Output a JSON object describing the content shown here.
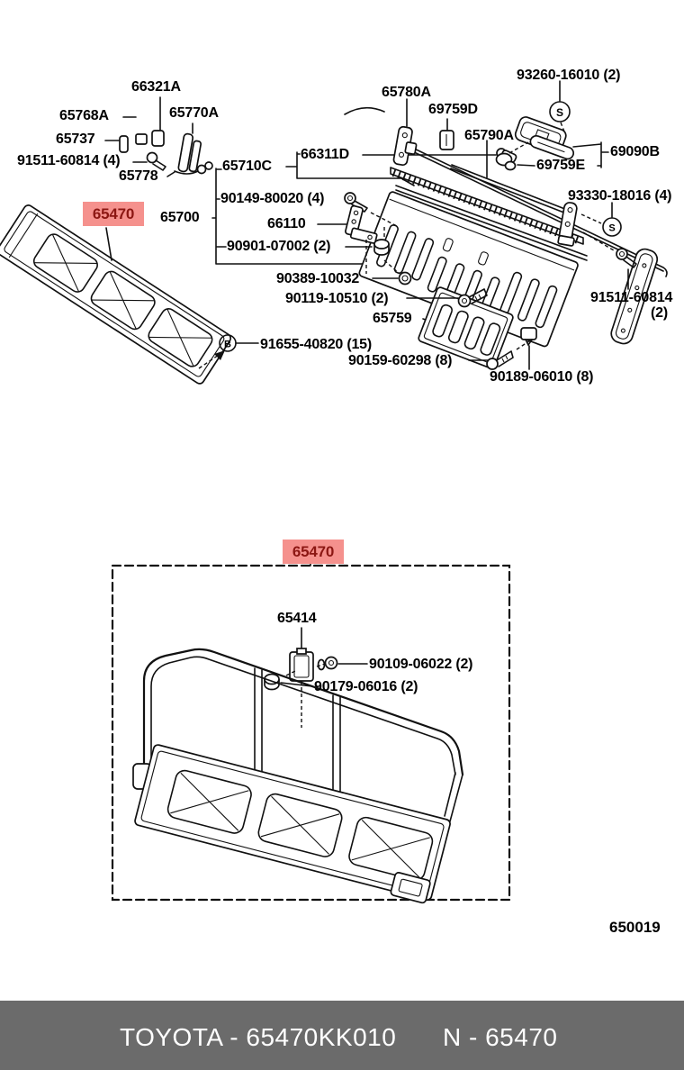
{
  "colors": {
    "highlight_bg": "#f5918d",
    "highlight_text": "#8c1713",
    "footer_bg": "#6b6b6b",
    "footer_text": "#ffffff",
    "line": "#111111"
  },
  "symbols": {
    "s": "S",
    "b": "B"
  },
  "figure_number": "650019",
  "footer": {
    "catalog_code": "TOYOTA - 65470KK010",
    "part_code": "N - 65470"
  },
  "top_diagram": {
    "highlight_label": "65470",
    "labels": {
      "p66321a": "66321A",
      "p65768a": "65768A",
      "p65737": "65737",
      "p91511_4": "91511-60814 (4)",
      "p65778": "65778",
      "p65770a": "65770A",
      "p65780a": "65780A",
      "p69759d": "69759D",
      "p93260": "93260-16010 (2)",
      "p65790a": "65790A",
      "p69090b": "69090B",
      "p69759e": "69759E",
      "p66311d": "66311D",
      "p65710c": "65710C",
      "p90149": "90149-80020 (4)",
      "p66110": "66110",
      "p90901": "90901-07002 (2)",
      "p65700": "65700",
      "p90389": "90389-10032",
      "p90119": "90119-10510 (2)",
      "p65759": "65759",
      "p91655": "91655-40820 (15)",
      "p90159": "90159-60298 (8)",
      "p90189": "90189-06010 (8)",
      "p93330": "93330-18016 (4)",
      "p91511_2": "91511-60814",
      "p91511_2_qty": "(2)"
    }
  },
  "bottom_diagram": {
    "highlight_label": "65470",
    "labels": {
      "p65414": "65414",
      "p90109": "90109-06022 (2)",
      "p90179": "90179-06016 (2)"
    }
  }
}
